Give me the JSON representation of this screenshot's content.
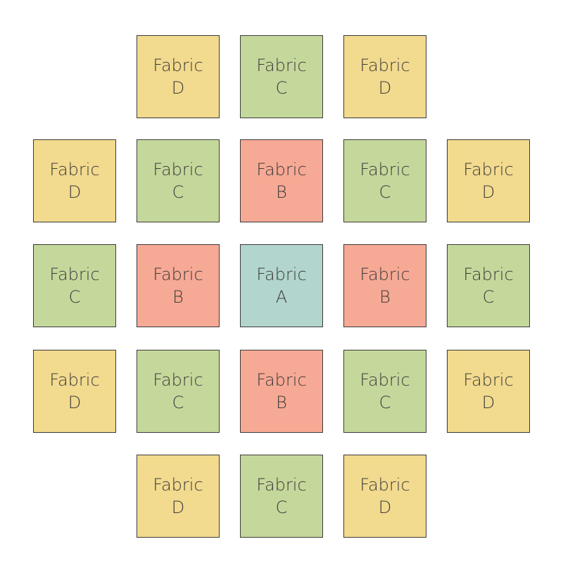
{
  "legend": {
    "A": {
      "color": "#b2d5cd"
    },
    "B": {
      "color": "#f6a994"
    },
    "C": {
      "color": "#c5d89b"
    },
    "D": {
      "color": "#f2da8e"
    }
  },
  "word": "Fabric",
  "grid": [
    [
      null,
      "D",
      "C",
      "D",
      null
    ],
    [
      "D",
      "C",
      "B",
      "C",
      "D"
    ],
    [
      "C",
      "B",
      "A",
      "B",
      "C"
    ],
    [
      "D",
      "C",
      "B",
      "C",
      "D"
    ],
    [
      null,
      "D",
      "C",
      "D",
      null
    ]
  ]
}
